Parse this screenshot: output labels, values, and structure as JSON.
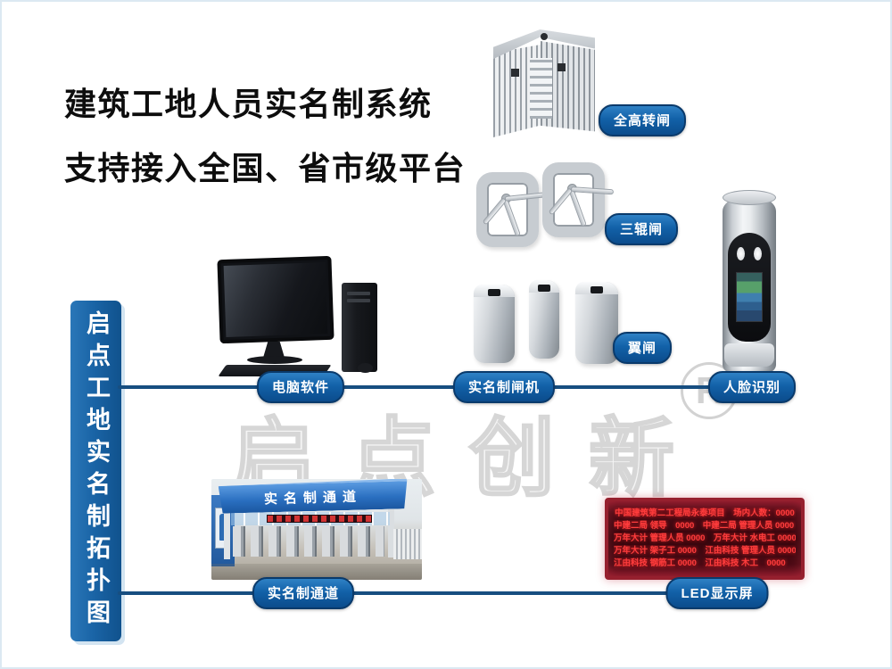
{
  "titles": {
    "line1": "建筑工地人员实名制系统",
    "line2": "支持接入全国、省市级平台"
  },
  "sidebar": {
    "label": "启点工地实名制拓扑图"
  },
  "badges": {
    "full_height_turnstile": "全高转闸",
    "tripod_turnstile": "三辊闸",
    "wing_gate": "翼闸",
    "computer_software": "电脑软件",
    "realname_gate_machine": "实名制闸机",
    "face_recognition": "人脸识别",
    "realname_channel": "实名制通道",
    "led_display": "LED显示屏"
  },
  "watermark": {
    "text": "启点创新",
    "registered_mark": "R"
  },
  "channel_photo": {
    "sign_text": "实名制通道"
  },
  "led_screen": {
    "rows": [
      "中国建筑第二工程局永泰项目　场内人数：0000",
      "中建二局 领导　0000　中建二局 管理人员 0000",
      "万年大计 管理人员 0000　万年大计 水电工 0000",
      "万年大计 架子工 0000　江由科技 管理人员 0000",
      "江由科技 钢筋工 0000　江由科技 木工　0000"
    ]
  },
  "colors": {
    "badge_blue": "#1261a8",
    "line_blue": "#174e80",
    "sidebar_blue": "#1a64a6",
    "led_red": "#ff3d3d",
    "title_black": "#0d0d0d"
  }
}
